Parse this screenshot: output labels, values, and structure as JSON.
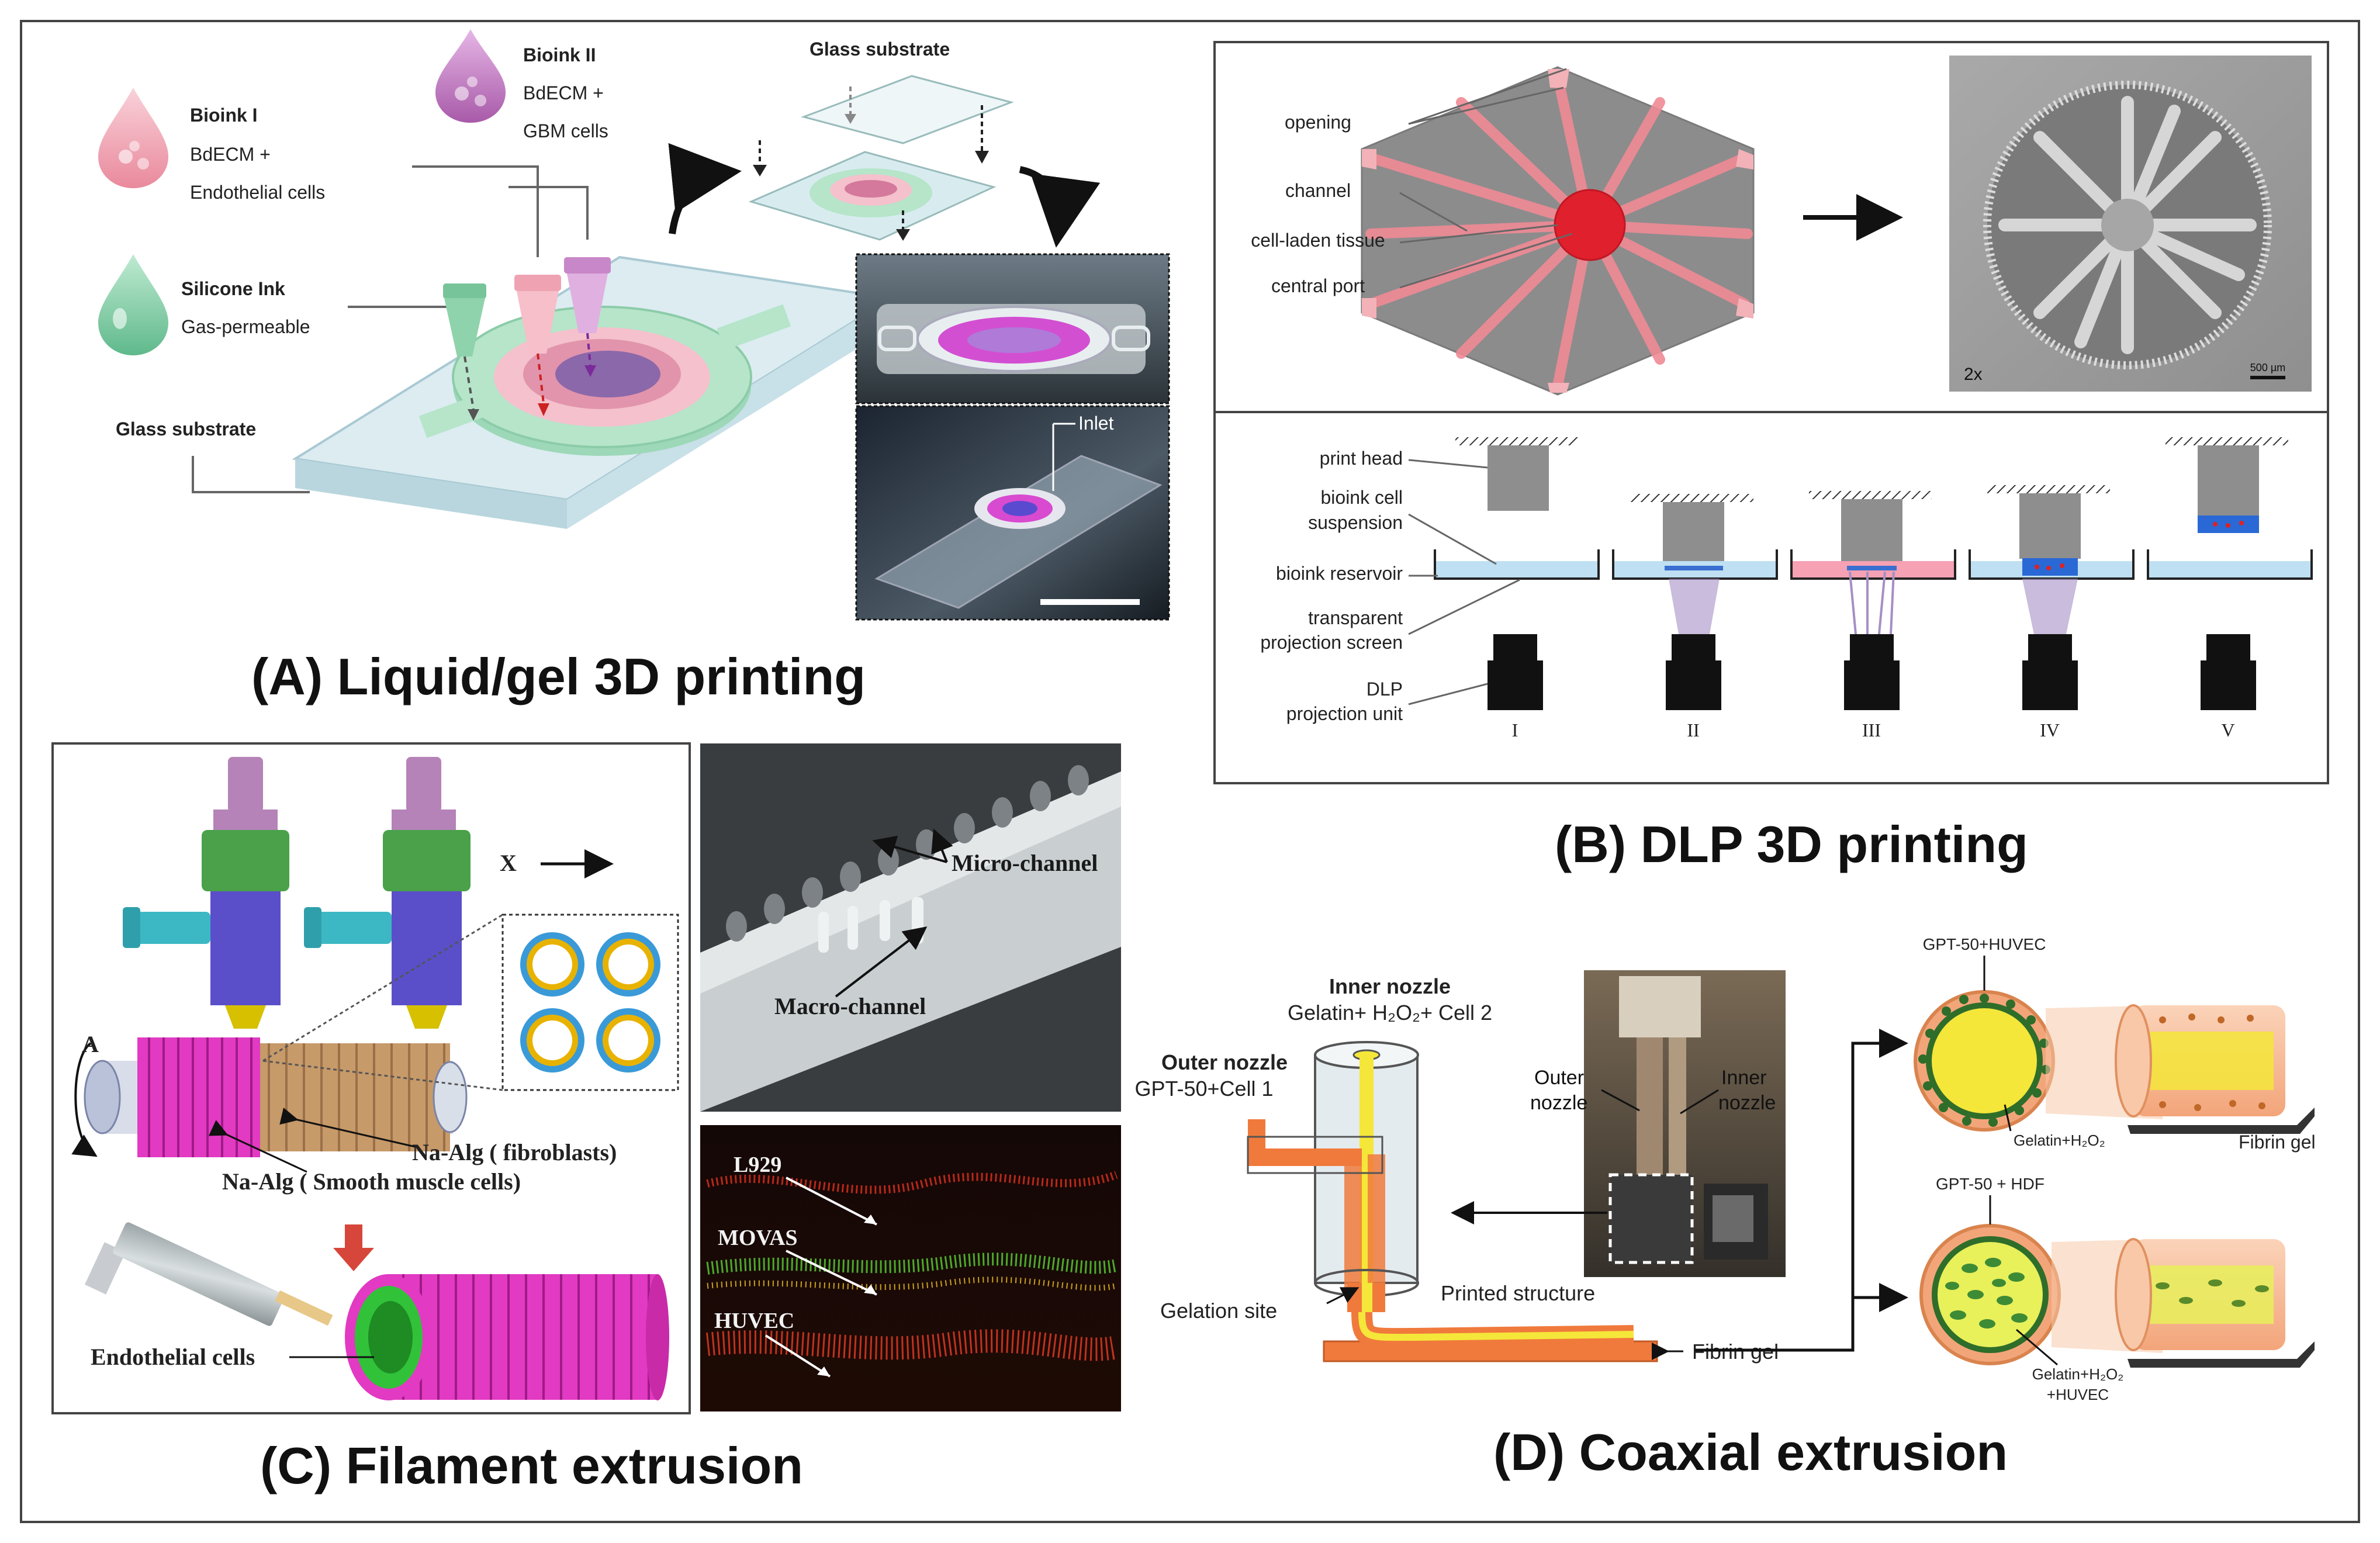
{
  "panels": {
    "a": {
      "title": "(A) Liquid/gel 3D printing",
      "bioink1": {
        "name": "Bioink I",
        "line1": "BdECM +",
        "line2": "Endothelial cells"
      },
      "bioink2": {
        "name": "Bioink II",
        "line1": "BdECM +",
        "line2": "GBM cells"
      },
      "silicone": {
        "name": "Silicone Ink",
        "line1": "Gas-permeable"
      },
      "glass_substrate_top": "Glass substrate",
      "glass_substrate_left": "Glass substrate",
      "inlet": "Inlet",
      "colors": {
        "pink": "#f3a9b6",
        "green": "#7fcfa6",
        "purple": "#c77bc7",
        "glass": "#d8eef2"
      }
    },
    "b": {
      "title": "(B) DLP 3D printing",
      "labels_top": [
        "opening",
        "channel",
        "cell-laden tissue",
        "central port"
      ],
      "magnification": "2x",
      "scale_bar": "500 µm",
      "labels_bottom": [
        "print head",
        "bioink cell",
        "suspension",
        "bioink reservoir",
        "transparent",
        "projection screen",
        "DLP",
        "projection unit"
      ],
      "steps": [
        "I",
        "II",
        "III",
        "IV",
        "V"
      ],
      "colors": {
        "hexagon": "#8c8c8c",
        "channel": "#f08a95",
        "port": "#e0202d",
        "reservoir": "#bfe0f2"
      }
    },
    "c": {
      "title": "(C) Filament extrusion",
      "axis_x": "X",
      "axis_a": "A",
      "label_fibro": "Na-Alg ( fibroblasts)",
      "label_smc": "Na-Alg ( Smooth muscle cells)",
      "label_endo": "Endothelial cells",
      "micro": "Micro-channel",
      "macro": "Macro-channel",
      "cells": [
        "L929",
        "MOVAS",
        "HUVEC"
      ],
      "colors": {
        "magenta": "#e23ac2",
        "green": "#3fa84a",
        "blue": "#5a4fc9",
        "cyan": "#3cb8c4",
        "yellow": "#e0b200"
      }
    },
    "d": {
      "title": "(D) Coaxial extrusion",
      "inner_nozzle": "Inner nozzle",
      "inner_content": "Gelatin+ H₂O₂+ Cell 2",
      "outer_nozzle": "Outer nozzle",
      "outer_content": "GPT-50+Cell 1",
      "gelation_site": "Gelation site",
      "printed_structure": "Printed structure",
      "fibrin_gel": "Fibrin gel",
      "photo_outer": "Outer nozzle",
      "photo_inner": "Inner nozzle",
      "top_label": "GPT-50+HUVEC",
      "top_inner": "Gelatin+H₂O₂",
      "top_fibrin": "Fibrin gel",
      "bottom_label": "GPT-50 + HDF",
      "bottom_inner": "Gelatin+H₂O₂",
      "bottom_inner2": "+HUVEC",
      "colors": {
        "orange": "#f07a3c",
        "yellow": "#f5e63a",
        "green": "#3e8b35"
      }
    }
  }
}
